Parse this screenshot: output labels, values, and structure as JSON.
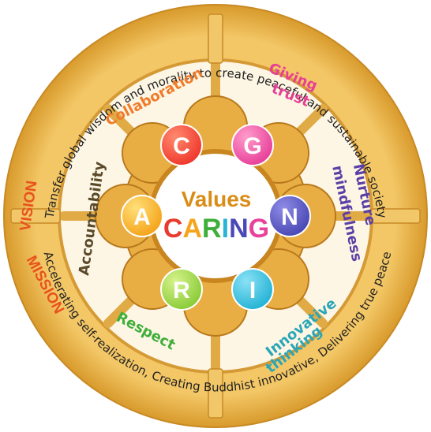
{
  "ring": {
    "vision_label": "VISION",
    "vision_text": "Transfer global wisdom and morality to create peaceful and sustainable society",
    "mission_label": "MISSION",
    "mission_text": "Accelerating self-realization, Creating Buddhist innovative, Delivering true peace"
  },
  "segments": {
    "collaboration": "Collaboration",
    "giving_1": "Giving",
    "giving_2": "trust",
    "nurture_1": "Nurture",
    "nurture_2": "mindfulness",
    "innovative_1": "Innovative",
    "innovative_2": "thinking",
    "respect": "Respect",
    "accountability": "Accountability"
  },
  "letters": {
    "c": "C",
    "g": "G",
    "n": "N",
    "i": "I",
    "r": "R",
    "a": "A"
  },
  "center": {
    "title": "Values",
    "word_letters": [
      "C",
      "A",
      "R",
      "I",
      "N",
      "G"
    ]
  },
  "colors": {
    "ring_gold": "#e8b24a",
    "inner_cream": "#fdf6e4",
    "vision_orange": "#e8521c",
    "collaboration": "#f07a2a",
    "giving": "#e64096",
    "nurture": "#5b3fa6",
    "innovative": "#2aa6b8",
    "respect": "#3fae3a",
    "accountability": "#5a4a2a",
    "c_ball": "#ef3a2e",
    "g_ball": "#e8429a",
    "n_ball": "#4b49b5",
    "i_ball": "#27b4d6",
    "r_ball": "#8ccc3a",
    "a_ball": "#f5a51c",
    "center_word": [
      "#e83a2e",
      "#f5a51c",
      "#3fae3a",
      "#27b4d6",
      "#4b49b5",
      "#e8429a"
    ]
  }
}
